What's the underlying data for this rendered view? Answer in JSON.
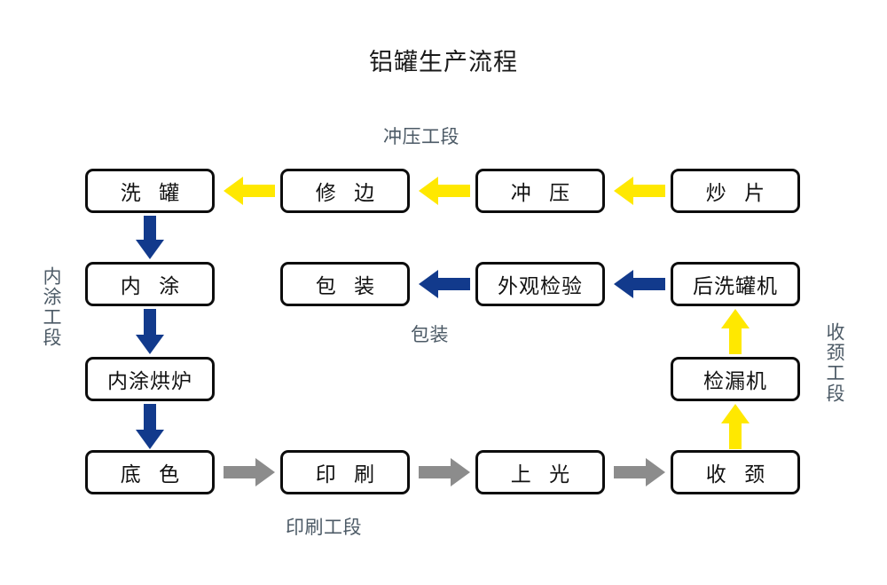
{
  "title": "铝罐生产流程",
  "colors": {
    "stamping_arrow": "#ffe800",
    "coating_arrow": "#123a8c",
    "printing_arrow": "#8c8c8c",
    "box_border": "#0d0d0d",
    "section_label": "#4c5a66",
    "background": "#ffffff"
  },
  "nodes": {
    "wash_can": "洗 罐",
    "trim": "修 边",
    "stamp": "冲 压",
    "cup_blank": "炒 片",
    "inner_coat": "内 涂",
    "packaging": "包 装",
    "visual_inspection": "外观检验",
    "rear_washer": "后洗罐机",
    "inner_coat_oven": "内涂烘炉",
    "leak_tester": "检漏机",
    "base_color": "底 色",
    "print": "印 刷",
    "varnish": "上 光",
    "necking": "收 颈"
  },
  "section_labels": {
    "stamping": "冲压工段",
    "packaging": "包装",
    "inner_coating": "内涂工段",
    "necking": "收颈工段",
    "printing": "印刷工段"
  },
  "flow": {
    "row1": [
      "炒 片",
      "冲 压",
      "修 边",
      "洗 罐"
    ],
    "row2": [
      "后洗罐机",
      "外观检验",
      "包 装"
    ],
    "row3": [
      "检漏机"
    ],
    "row4": [
      "底 色",
      "印 刷",
      "上 光",
      "收 颈"
    ],
    "arrow_directions": {
      "row1": "right-to-left",
      "row2": "right-to-left",
      "row4": "left-to-right",
      "left_column": "top-to-bottom",
      "right_column": "bottom-to-top"
    }
  }
}
